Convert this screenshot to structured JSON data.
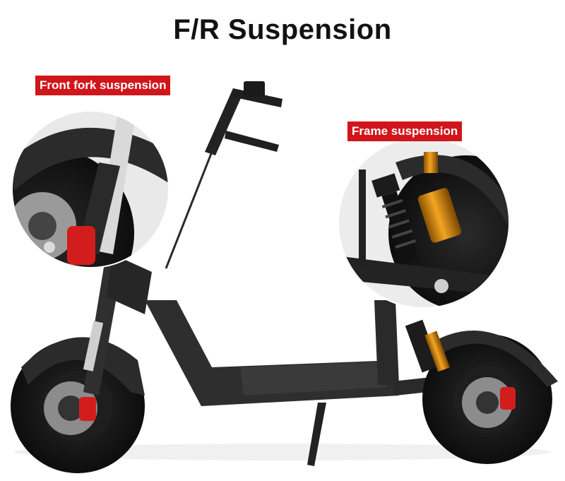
{
  "title": "F/R Suspension",
  "callouts": {
    "front": "Front fork suspension",
    "frame": "Frame suspension"
  },
  "colors": {
    "label_bg": "#d0161b",
    "scooter_body": "#2b2b2b",
    "tire": "#161616",
    "shock_orange": "#e7930e",
    "caliper_red": "#d31d1d",
    "disc": "#9a9a9a"
  }
}
